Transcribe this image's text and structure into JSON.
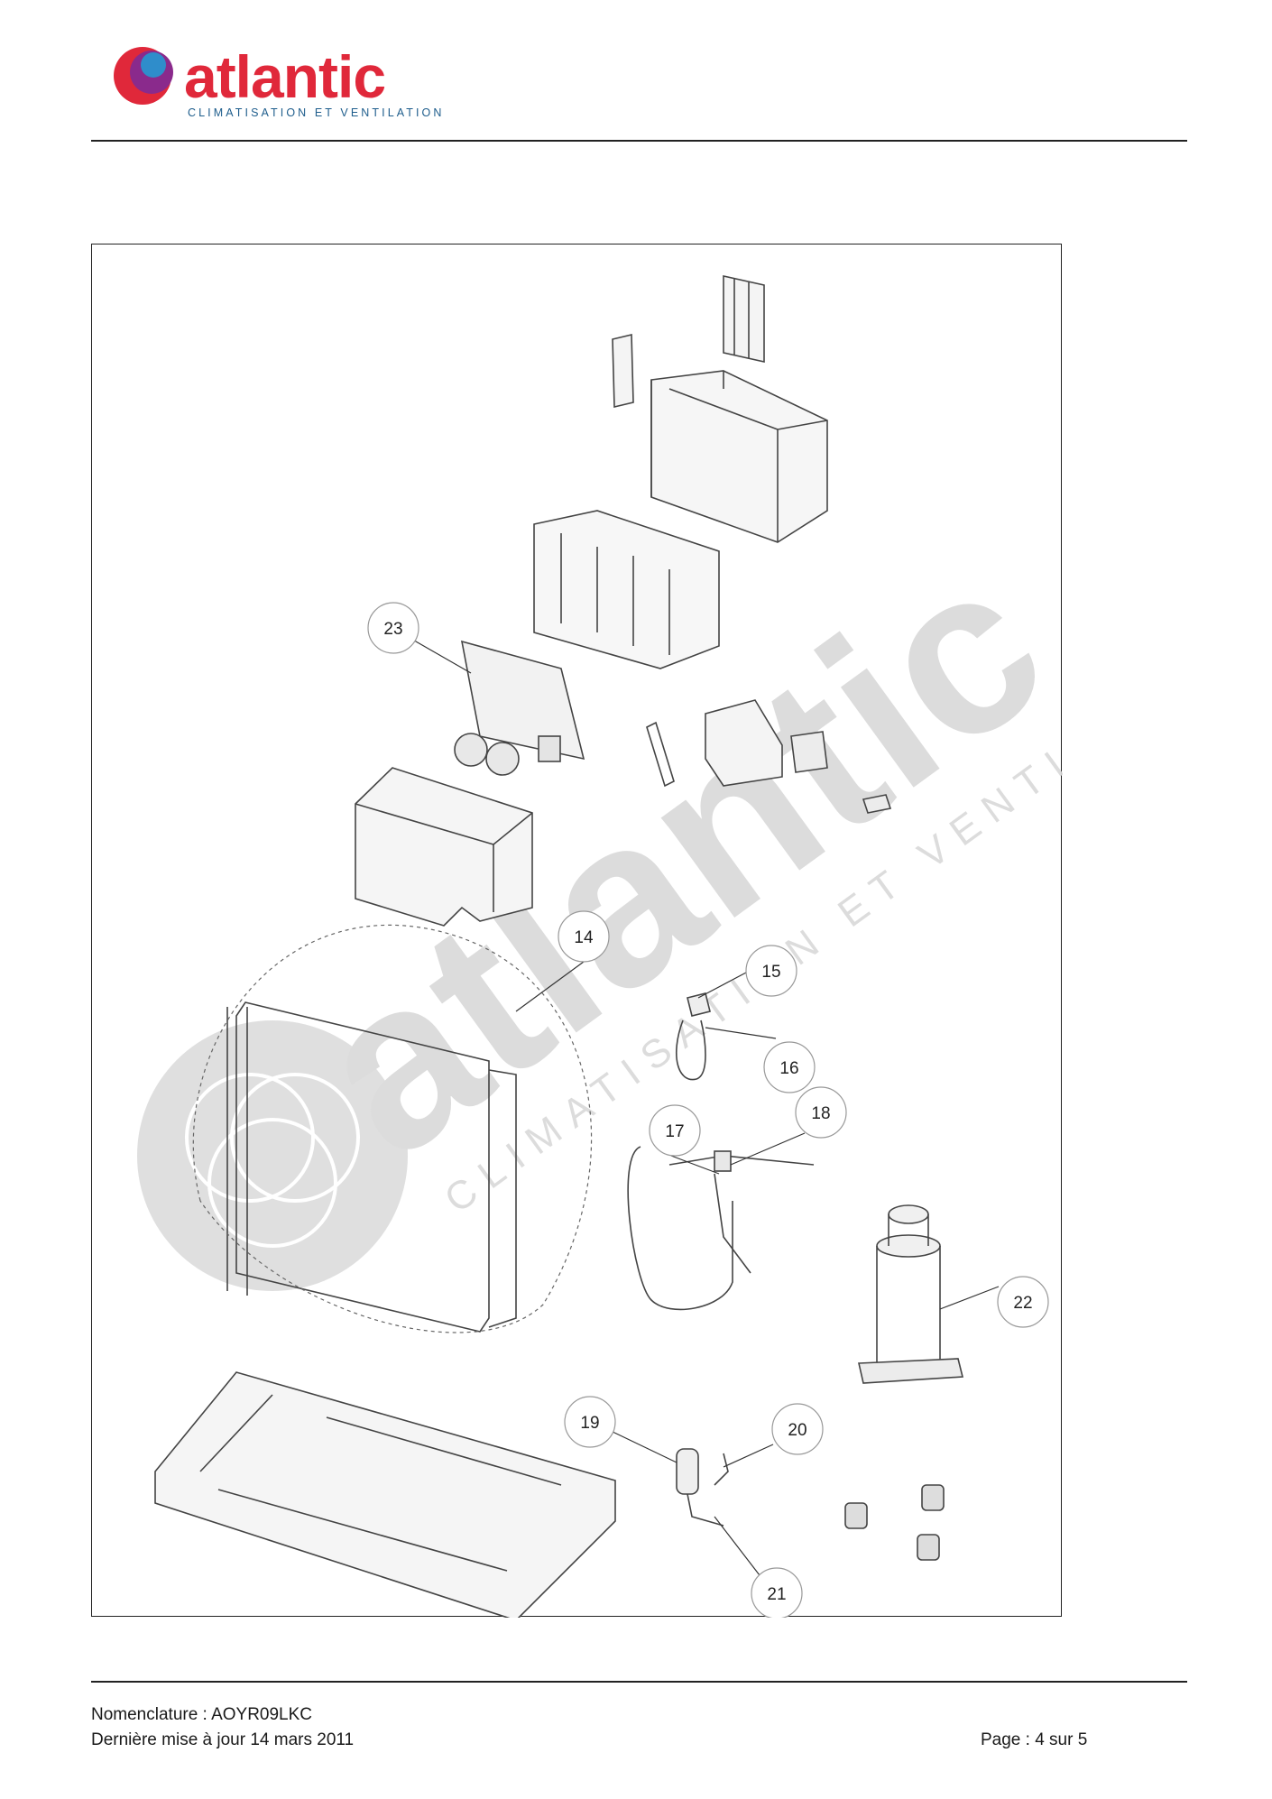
{
  "header": {
    "brand_name": "atlantic",
    "brand_tagline": "CLIMATISATION ET VENTILATION"
  },
  "watermark": {
    "brand_name": "atlantic",
    "tagline": "CLIMATISATION ET VENTILATION"
  },
  "diagram": {
    "callouts": [
      {
        "id": "c23",
        "label": "23"
      },
      {
        "id": "c14",
        "label": "14"
      },
      {
        "id": "c15",
        "label": "15"
      },
      {
        "id": "c16",
        "label": "16"
      },
      {
        "id": "c17",
        "label": "17"
      },
      {
        "id": "c18",
        "label": "18"
      },
      {
        "id": "c22",
        "label": "22"
      },
      {
        "id": "c19",
        "label": "19"
      },
      {
        "id": "c20",
        "label": "20"
      },
      {
        "id": "c21",
        "label": "21"
      }
    ]
  },
  "footer": {
    "nomenclature": "Nomenclature : AOYR09LKC",
    "last_update": "Dernière mise à jour 14 mars 2011",
    "page": "Page : 4 sur 5"
  },
  "colors": {
    "brand_red": "#e0283a",
    "brand_blue": "#1e5d8c",
    "brand_purple": "#8a2a8c",
    "watermark_gray": "#d9d9d9"
  }
}
